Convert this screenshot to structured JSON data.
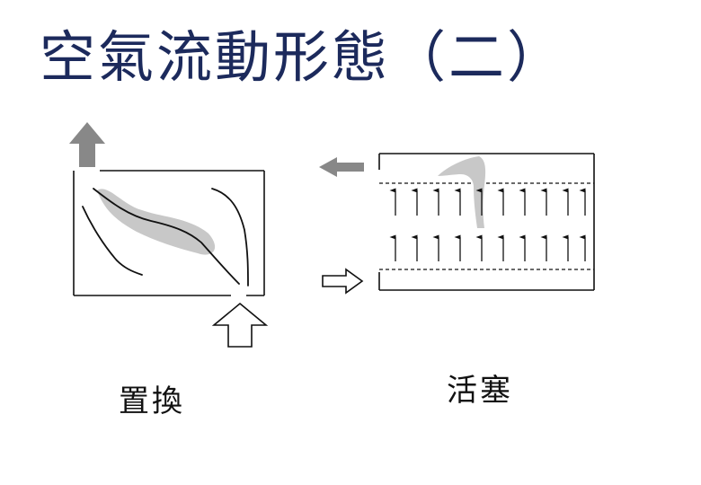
{
  "title": "空氣流動形態（二）",
  "panels": [
    {
      "caption": "置換"
    },
    {
      "caption": "活塞"
    }
  ],
  "colors": {
    "title": "#1c2a5c",
    "flow_arrow": "#888888",
    "flow_band": "#c8c8c8",
    "line": "#111111"
  },
  "icons": {
    "exhaust": "up-arrow-icon",
    "supply": "hollow-up-arrow-icon",
    "piston_exhaust": "left-arrow-icon",
    "piston_supply": "hollow-right-arrow-icon"
  }
}
